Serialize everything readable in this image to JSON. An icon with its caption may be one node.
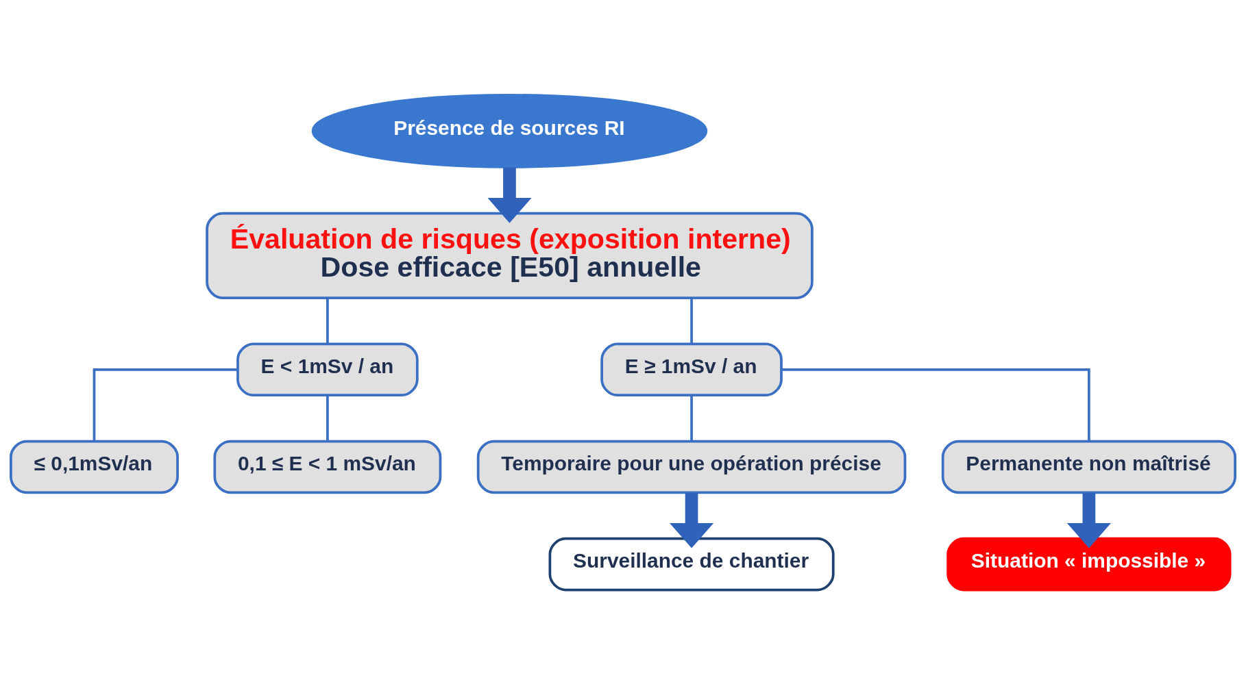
{
  "diagram": {
    "nodes": [
      {
        "text": [
          "Présence de sources RI"
        ]
      },
      {
        "text": [
          "Évaluation de risques (exposition interne)",
          "Dose efficace [E50] annuelle"
        ]
      },
      {
        "text": [
          "E < 1mSv / an"
        ]
      },
      {
        "text": [
          "E ≥ 1mSv / an"
        ]
      },
      {
        "text": [
          "≤ 0,1mSv/an"
        ]
      },
      {
        "text": [
          "0,1 ≤ E < 1 mSv/an"
        ]
      },
      {
        "text": [
          "Temporaire pour une opération précise"
        ]
      },
      {
        "text": [
          "Permanente non maîtrisé"
        ]
      },
      {
        "text": [
          "Surveillance de chantier"
        ]
      },
      {
        "text": [
          "Situation « impossible »"
        ]
      }
    ],
    "edges": [
      {
        "from": 0,
        "to": 1,
        "arrow": "to",
        "style": "thick"
      },
      {
        "from": 1,
        "to": 2,
        "arrow": "none"
      },
      {
        "from": 1,
        "to": 3,
        "arrow": "none"
      },
      {
        "from": 2,
        "to": 4,
        "arrow": "none"
      },
      {
        "from": 2,
        "to": 5,
        "arrow": "none"
      },
      {
        "from": 3,
        "to": 6,
        "arrow": "none"
      },
      {
        "from": 3,
        "to": 7,
        "arrow": "none"
      },
      {
        "from": 6,
        "to": 8,
        "arrow": "to",
        "style": "thick"
      },
      {
        "from": 7,
        "to": 9,
        "arrow": "to",
        "style": "thick"
      }
    ]
  }
}
